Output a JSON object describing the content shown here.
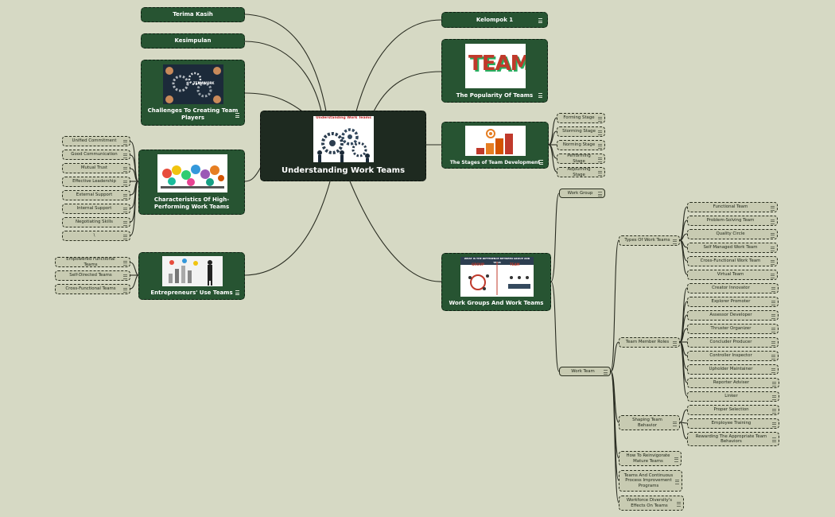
{
  "colors": {
    "background": "#d6d9c4",
    "main_node": "#275432",
    "center_node": "#1e2a20",
    "leaf_node": "#c8cbb2",
    "link": "#2a2d22"
  },
  "center": {
    "title": "Understanding Work Teams",
    "image_caption": "Understanding Work Teams"
  },
  "topics": {
    "terima_kasih": "Terima Kasih",
    "kesimpulan": "Kesimpulan",
    "challenges": "Challenges To Creating Team Players",
    "characteristics": "Characteristics Of High-Performing Work Teams",
    "entrepreneurs": "Entrepreneurs' Use Teams",
    "kelompok": "Kelompok 1",
    "popularity": "The Popularity Of  Teams",
    "stages": "The Stages of Team Development",
    "workgroups": "Work Groups And Work Teams"
  },
  "characteristics_items": [
    "Unified Commitment",
    "Good Communication",
    "Mutual Trust",
    "Effective Leadership",
    "External Support",
    "Internal Support",
    "Negotiating Skills",
    "\\"
  ],
  "entrepreneurs_items": [
    "Empowered Functional Teams",
    "Self-Directed Teams",
    "Cross-Functional Teams"
  ],
  "stages_items": [
    "Forming Stage",
    "Storming Stage",
    "Norming Stage",
    "Performing Stage",
    "Adjourning Stage"
  ],
  "workgroups_items": {
    "work_group": "Work Group",
    "work_team": "Work Team"
  },
  "work_team_items": [
    "Types Of Work Teams",
    "Team Member Roles",
    "Shaping Team Behavior",
    "How To Reinvigorate Mature Teams",
    "Teams And Continuous Process Improvement Programs",
    "Workforce Diversity's Effects On Teams"
  ],
  "types_items": [
    "Functional Team",
    "Problem-Solving Team",
    "Quality Circle",
    "Self Managed Work Team",
    "Cross-Functional Work Team",
    "Virtual Team"
  ],
  "roles_items": [
    "Creator Innovator",
    "Explorer Promoter",
    "Assessor Developer",
    "Thruster Organizer",
    "Concluder Producer",
    "Controller Inspector",
    "Upholder Maintainer",
    "Reporter Adviser",
    "Linker"
  ],
  "shaping_items": [
    "Proper Selection",
    "Employee Training",
    "Rewarding The Appropriate Team Behaviors"
  ],
  "images": {
    "challenges_image_text": "TEAMWORK",
    "popularity_image_text": "TEAM",
    "workgroups_image_title": "WHAT IS THE DIFFERENCE BETWEEN GROUP AND TEAM",
    "workgroups_image_left": "GROUP",
    "workgroups_image_right": "TEAM"
  }
}
